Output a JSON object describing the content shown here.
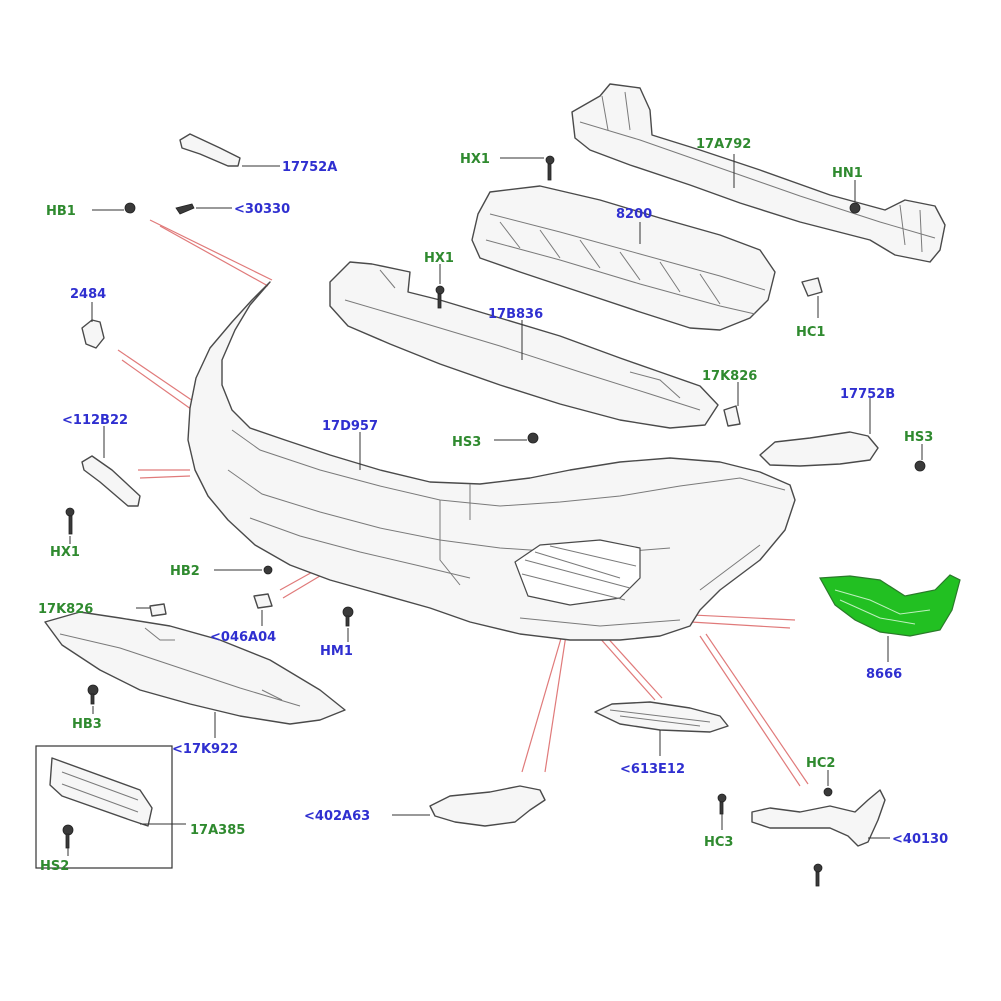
{
  "colors": {
    "part_number_label": "#2f2fd0",
    "fastener_label": "#2f8a2f",
    "highlight_part": "#22c022",
    "leader_line": "#333333",
    "alignment_line": "#e07a7a"
  },
  "labels": {
    "l_17752A": "17752A",
    "l_30330": "<30330",
    "l_HB1": "HB1",
    "l_HX1_top": "HX1",
    "l_17A792": "17A792",
    "l_HN1": "HN1",
    "l_8200": "8200",
    "l_HX1_mid": "HX1",
    "l_2484": "2484",
    "l_17B836": "17B836",
    "l_HC1": "HC1",
    "l_17K826_right": "17K826",
    "l_17752B": "17752B",
    "l_HS3_right": "HS3",
    "l_112B22": "<112B22",
    "l_17D957": "17D957",
    "l_HS3_mid": "HS3",
    "l_HX1_left": "HX1",
    "l_HB2": "HB2",
    "l_17K826_left": "17K826",
    "l_046A04": "<046A04",
    "l_HM1": "HM1",
    "l_8666": "8666",
    "l_HB3": "HB3",
    "l_17K922": "<17K922",
    "l_613E12": "<613E12",
    "l_17A385": "17A385",
    "l_HC2": "HC2",
    "l_402A63": "<402A63",
    "l_HC3": "HC3",
    "l_40130": "<40130",
    "l_HS2": "HS2"
  }
}
